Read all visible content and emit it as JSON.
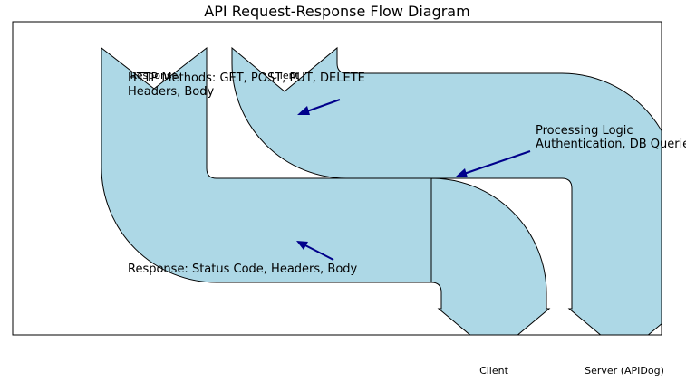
{
  "title": "API Request-Response Flow Diagram",
  "colors": {
    "flow_fill": "#add8e6",
    "flow_stroke": "#000000",
    "arrow_color": "#00008b",
    "background": "#ffffff"
  },
  "labels": {
    "response_tag": "Response",
    "client_tag": "Client",
    "request_methods": "HTTP Methods: GET, POST, PUT, DELETE",
    "request_parts": "Headers, Body",
    "processing_title": "Processing Logic",
    "processing_detail": "Authentication, DB Queries",
    "response_detail": "Response: Status Code, Headers, Body",
    "bottom_client": "Client",
    "bottom_server": "Server (APIDog)"
  }
}
